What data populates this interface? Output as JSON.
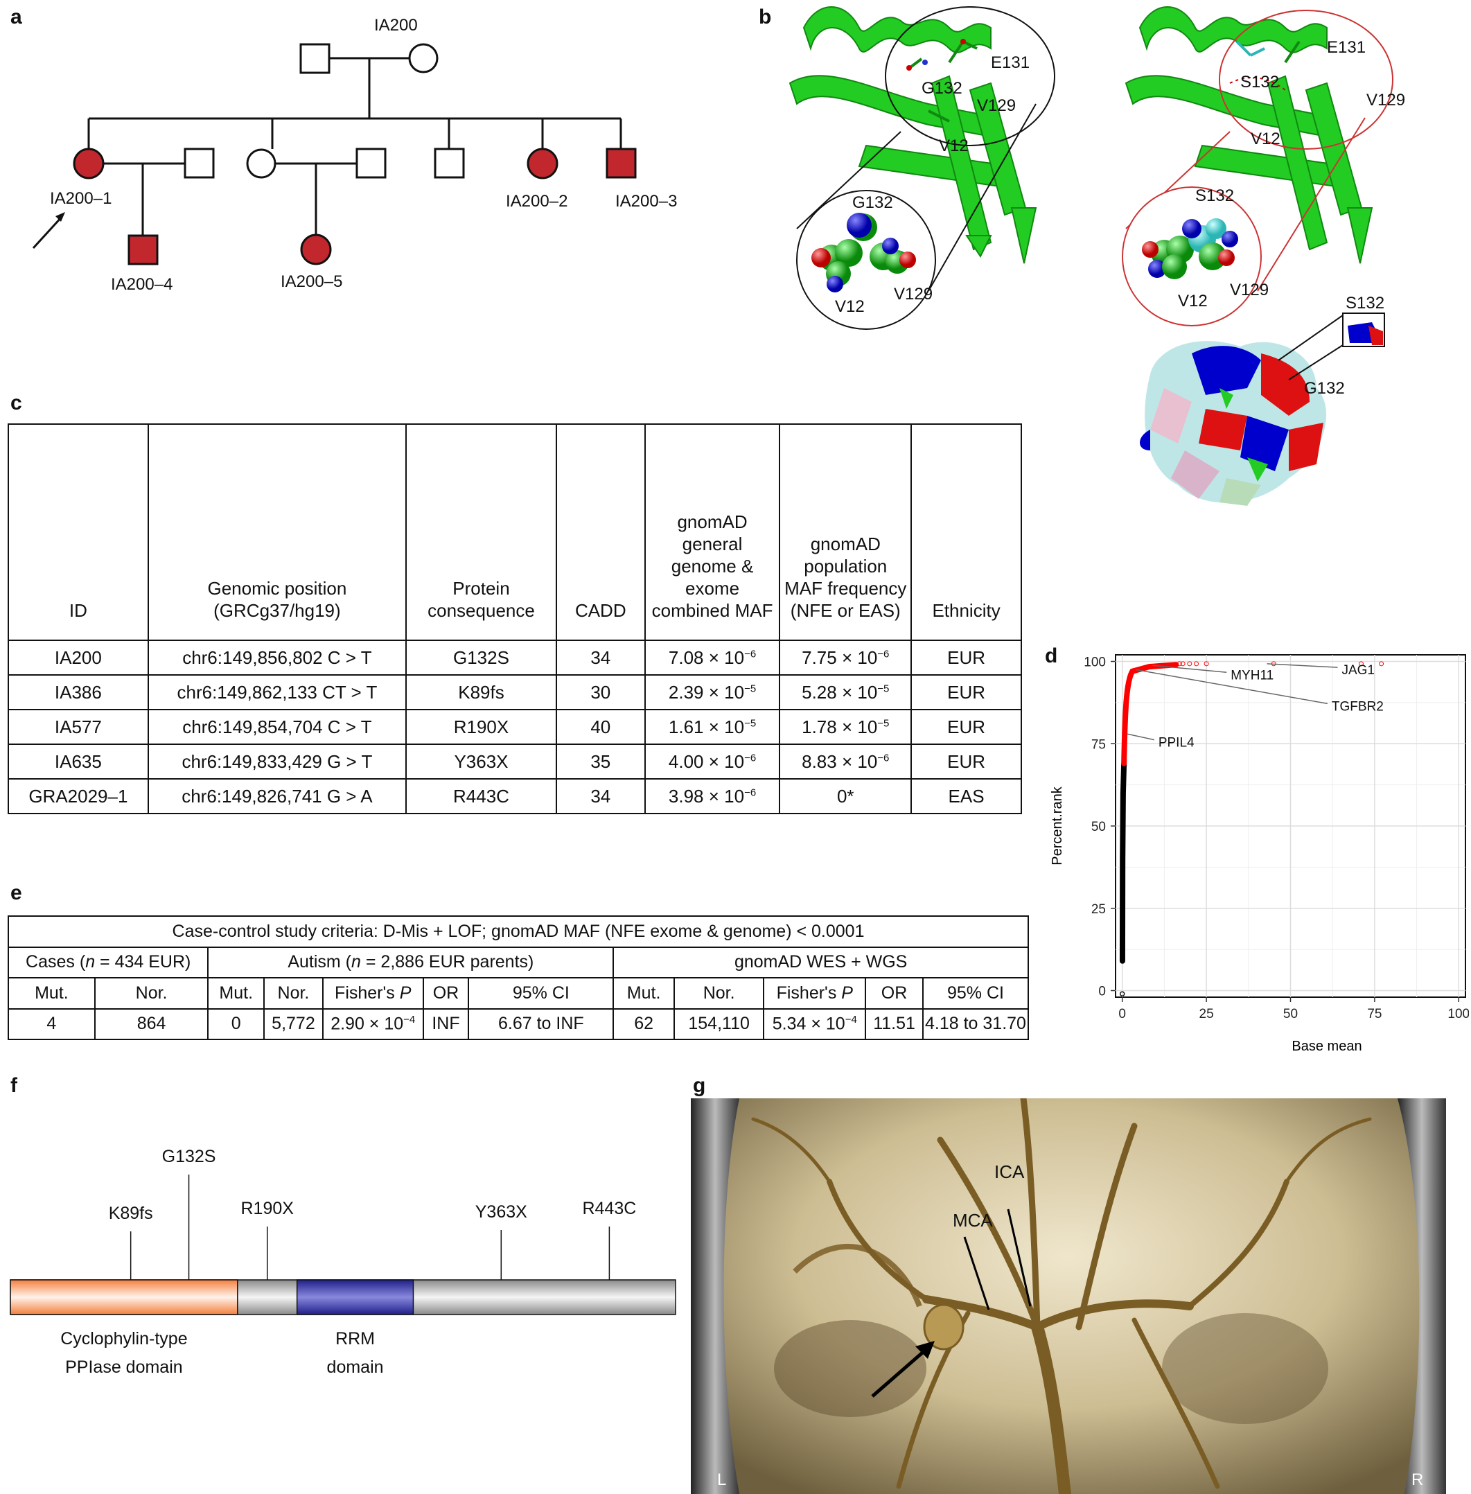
{
  "panels": {
    "a": "a",
    "b": "b",
    "c": "c",
    "d": "d",
    "e": "e",
    "f": "f",
    "g": "g"
  },
  "pedigree": {
    "family": "IA200",
    "labels": [
      "IA200–1",
      "IA200–2",
      "IA200–3",
      "IA200–4",
      "IA200–5"
    ],
    "affected_color": "#c1272d"
  },
  "structure": {
    "left": {
      "labels": [
        "G132",
        "E131",
        "V129",
        "V12"
      ],
      "inset": [
        "G132",
        "V12",
        "V129"
      ]
    },
    "right": {
      "labels": [
        "S132",
        "E131",
        "V129",
        "V12"
      ],
      "inset": [
        "S132",
        "V12",
        "V129"
      ]
    },
    "surface": {
      "labels": [
        "S132",
        "G132"
      ]
    },
    "ribbon_color": "#22cc22"
  },
  "table_c": {
    "headers": [
      "ID",
      "Genomic position (GRCg37/hg19)",
      "Protein consequence",
      "CADD",
      "gnomAD general genome & exome combined MAF",
      "gnomAD population MAF frequency (NFE or EAS)",
      "Ethnicity"
    ],
    "rows": [
      {
        "id": "IA200",
        "pos": "chr6:149,856,802 C > T",
        "prot": "G132S",
        "cadd": "34",
        "maf_base": "7.08 × 10",
        "maf_exp": "−6",
        "pop_base": "7.75 × 10",
        "pop_exp": "−6",
        "eth": "EUR"
      },
      {
        "id": "IA386",
        "pos": "chr6:149,862,133 CT > T",
        "prot": "K89fs",
        "cadd": "30",
        "maf_base": "2.39 × 10",
        "maf_exp": "−5",
        "pop_base": "5.28 × 10",
        "pop_exp": "−5",
        "eth": "EUR"
      },
      {
        "id": "IA577",
        "pos": "chr6:149,854,704 C > T",
        "prot": "R190X",
        "cadd": "40",
        "maf_base": "1.61 × 10",
        "maf_exp": "−5",
        "pop_base": "1.78 × 10",
        "pop_exp": "−5",
        "eth": "EUR"
      },
      {
        "id": "IA635",
        "pos": "chr6:149,833,429 G > T",
        "prot": "Y363X",
        "cadd": "35",
        "maf_base": "4.00 × 10",
        "maf_exp": "−6",
        "pop_base": "8.83 × 10",
        "pop_exp": "−6",
        "eth": "EUR"
      },
      {
        "id": "GRA2029–1",
        "pos": "chr6:149,826,741 G > A",
        "prot": "R443C",
        "cadd": "34",
        "maf_base": "3.98 × 10",
        "maf_exp": "−6",
        "pop_base": "0*",
        "pop_exp": "",
        "eth": "EAS"
      }
    ]
  },
  "table_e": {
    "title": "Case-control study criteria: D-Mis + LOF; gnomAD MAF (NFE exome & genome) < 0.0001",
    "cases_head_a": "Cases (",
    "cases_head_n": "n",
    "cases_head_b": " = 434 EUR)",
    "autism_head_a": "Autism (",
    "autism_head_n": "n",
    "autism_head_b": " = 2,886 EUR parents)",
    "gnomad_head": "gnomAD WES + WGS",
    "sub": {
      "mut": "Mut.",
      "nor": "Nor.",
      "fisher": "Fisher's ",
      "p": "P",
      "or": "OR",
      "ci": "95% CI"
    },
    "vals": {
      "c_mut": "4",
      "c_nor": "864",
      "a_mut": "0",
      "a_nor": "5,772",
      "a_p_base": "2.90 × 10",
      "a_p_exp": "−4",
      "a_or": "INF",
      "a_ci": "6.67 to INF",
      "g_mut": "62",
      "g_nor": "154,110",
      "g_p_base": "5.34 × 10",
      "g_p_exp": "−4",
      "g_or": "11.51",
      "g_ci": "4.18 to 31.70"
    }
  },
  "chart_data": {
    "type": "scatter",
    "xlabel": "Base mean",
    "ylabel": "Percent.rank",
    "xlim": [
      -2,
      102
    ],
    "ylim": [
      -2,
      102
    ],
    "xticks": [
      0,
      25,
      50,
      75,
      100
    ],
    "yticks": [
      0,
      25,
      50,
      75,
      100
    ],
    "annotations": [
      {
        "label": "JAG1",
        "x": 43,
        "y": 99.3,
        "lx": 64,
        "ly": 96.5
      },
      {
        "label": "MYH11",
        "x": 9,
        "y": 98.8,
        "lx": 31,
        "ly": 95
      },
      {
        "label": "TGFBR2",
        "x": 4,
        "y": 97.5,
        "lx": 61,
        "ly": 85.5
      },
      {
        "label": "PPIL4",
        "x": 1.3,
        "y": 78,
        "lx": 9.5,
        "ly": 74.5
      }
    ],
    "highlight_color": "#ff0000",
    "base_color": "#000000"
  },
  "domain_map": {
    "mutations": [
      {
        "label": "K89fs",
        "pos": 89
      },
      {
        "label": "G132S",
        "pos": 132
      },
      {
        "label": "R190X",
        "pos": 190
      },
      {
        "label": "Y363X",
        "pos": 363
      },
      {
        "label": "R443C",
        "pos": 443
      }
    ],
    "length": 492,
    "domains": [
      {
        "name1": "Cyclophylin-type",
        "name2": "PPIase domain",
        "start": 1,
        "end": 168,
        "color": "#f47f3c"
      },
      {
        "name1": "RRM",
        "name2": "domain",
        "start": 213,
        "end": 298,
        "color": "#2b2b9e"
      }
    ]
  },
  "angio": {
    "labels": {
      "ica": "ICA",
      "mca": "MCA",
      "l": "L",
      "r": "R"
    }
  }
}
